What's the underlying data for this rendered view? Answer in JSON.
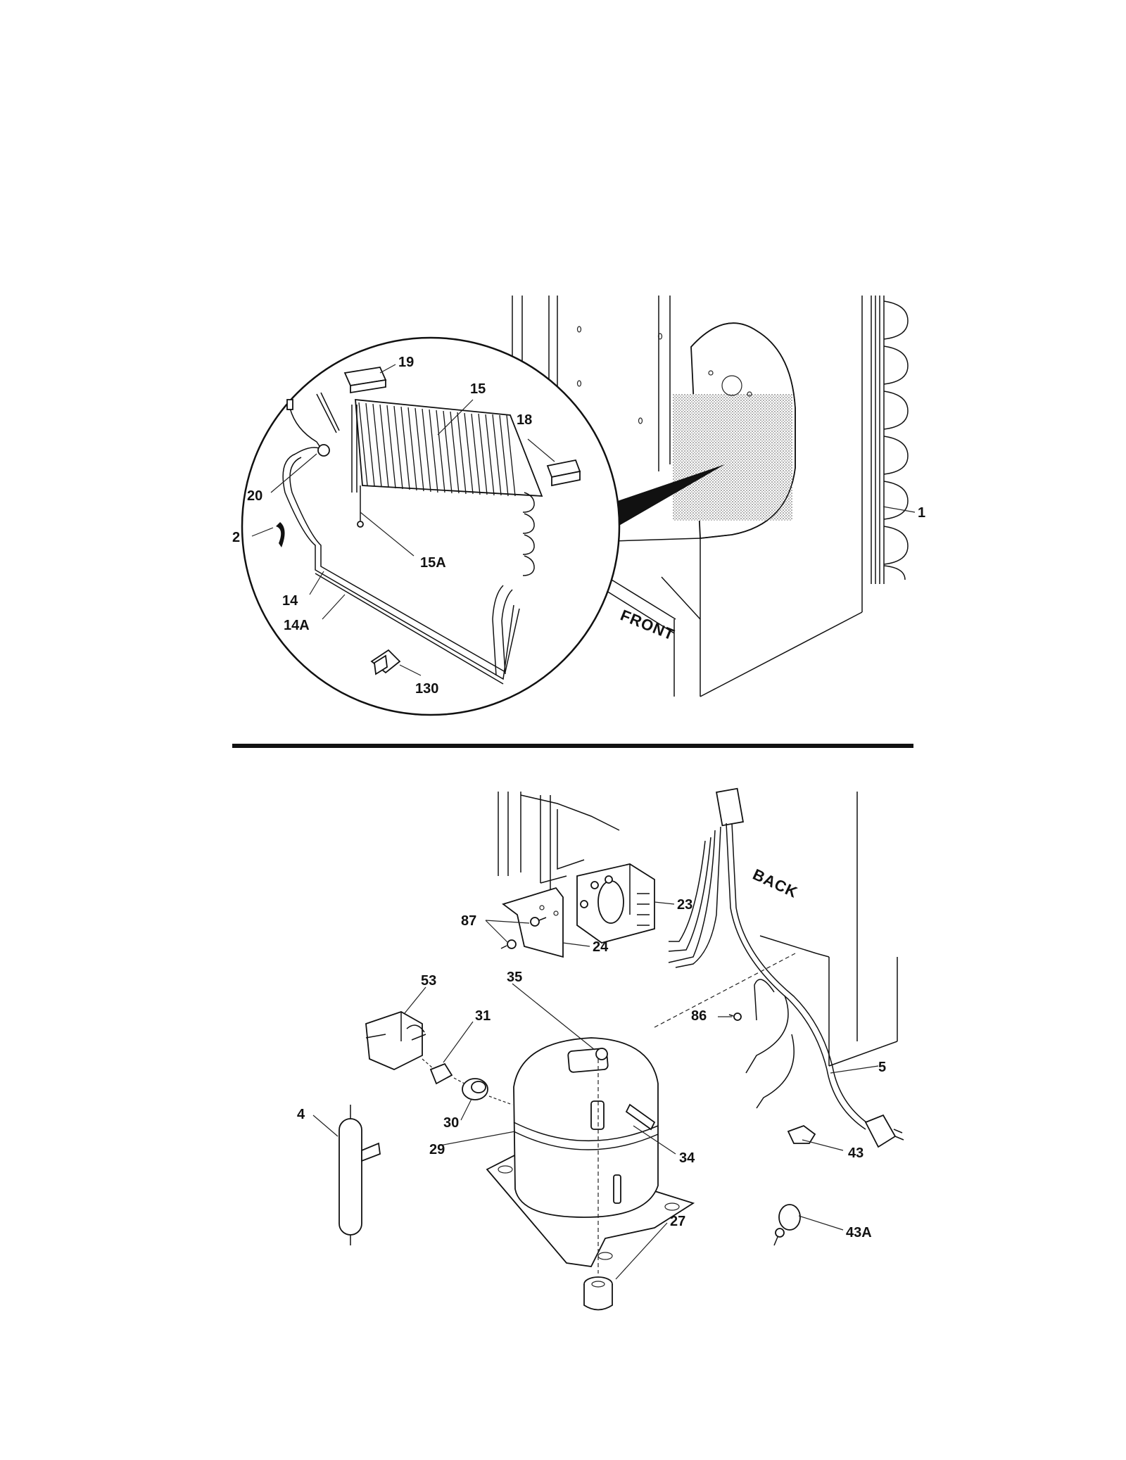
{
  "diagram": {
    "top_section": {
      "callouts": [
        "19",
        "15",
        "18",
        "20",
        "2",
        "15A",
        "14",
        "14A",
        "130",
        "1"
      ],
      "orientation_label": "FRONT"
    },
    "bottom_section": {
      "callouts": [
        "23",
        "87",
        "24",
        "53",
        "35",
        "31",
        "86",
        "5",
        "4",
        "30",
        "29",
        "34",
        "43",
        "27",
        "43A"
      ],
      "orientation_label": "BACK"
    }
  }
}
